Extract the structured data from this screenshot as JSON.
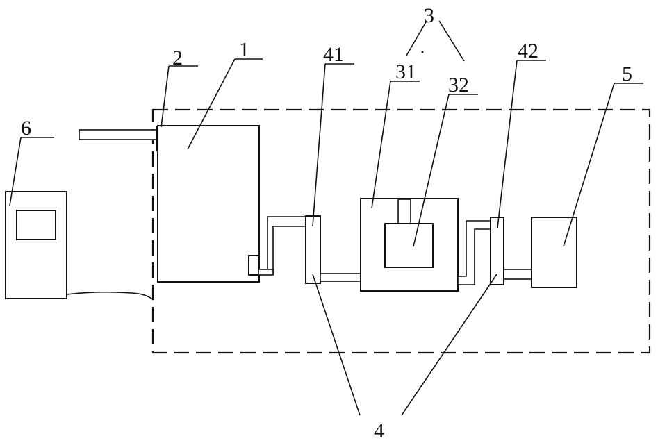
{
  "labels": {
    "l1": "1",
    "l2": "2",
    "l3": "3",
    "l31": "31",
    "l32": "32",
    "l4": "4",
    "l41": "41",
    "l42": "42",
    "l5": "5",
    "l6": "6"
  }
}
